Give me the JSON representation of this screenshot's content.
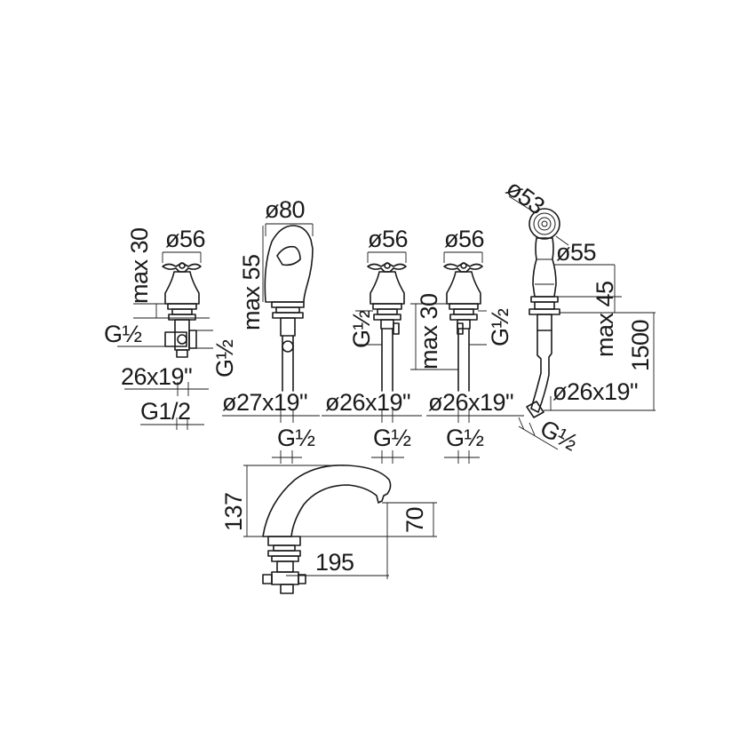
{
  "bidet_valve_left": {
    "diameter": "ø56",
    "height": "max 30",
    "thread_side": "G½",
    "thread_inlet": "G½",
    "hole": "26x19\"",
    "connection": "G1/2"
  },
  "spout": {
    "diameter": "ø80",
    "height": "max 55",
    "hole": "ø27x19\"",
    "connection": "G½"
  },
  "valve_middle": {
    "diameter": "ø56",
    "thread_side": "G½",
    "hole": "ø26x19\"",
    "connection": "G½"
  },
  "valve_right": {
    "diameter": "ø56",
    "height": "max 30",
    "thread_side": "G½",
    "hole": "ø26x19\"",
    "connection": "G½"
  },
  "hand_shower": {
    "head_diameter": "ø53",
    "handle_diameter": "ø55",
    "height": "max 45",
    "hose_length": "1500",
    "hole": "ø26x19\"",
    "connection": "G½"
  },
  "bath_spout": {
    "height_total": "137",
    "height_outlet": "70",
    "projection": "195"
  }
}
